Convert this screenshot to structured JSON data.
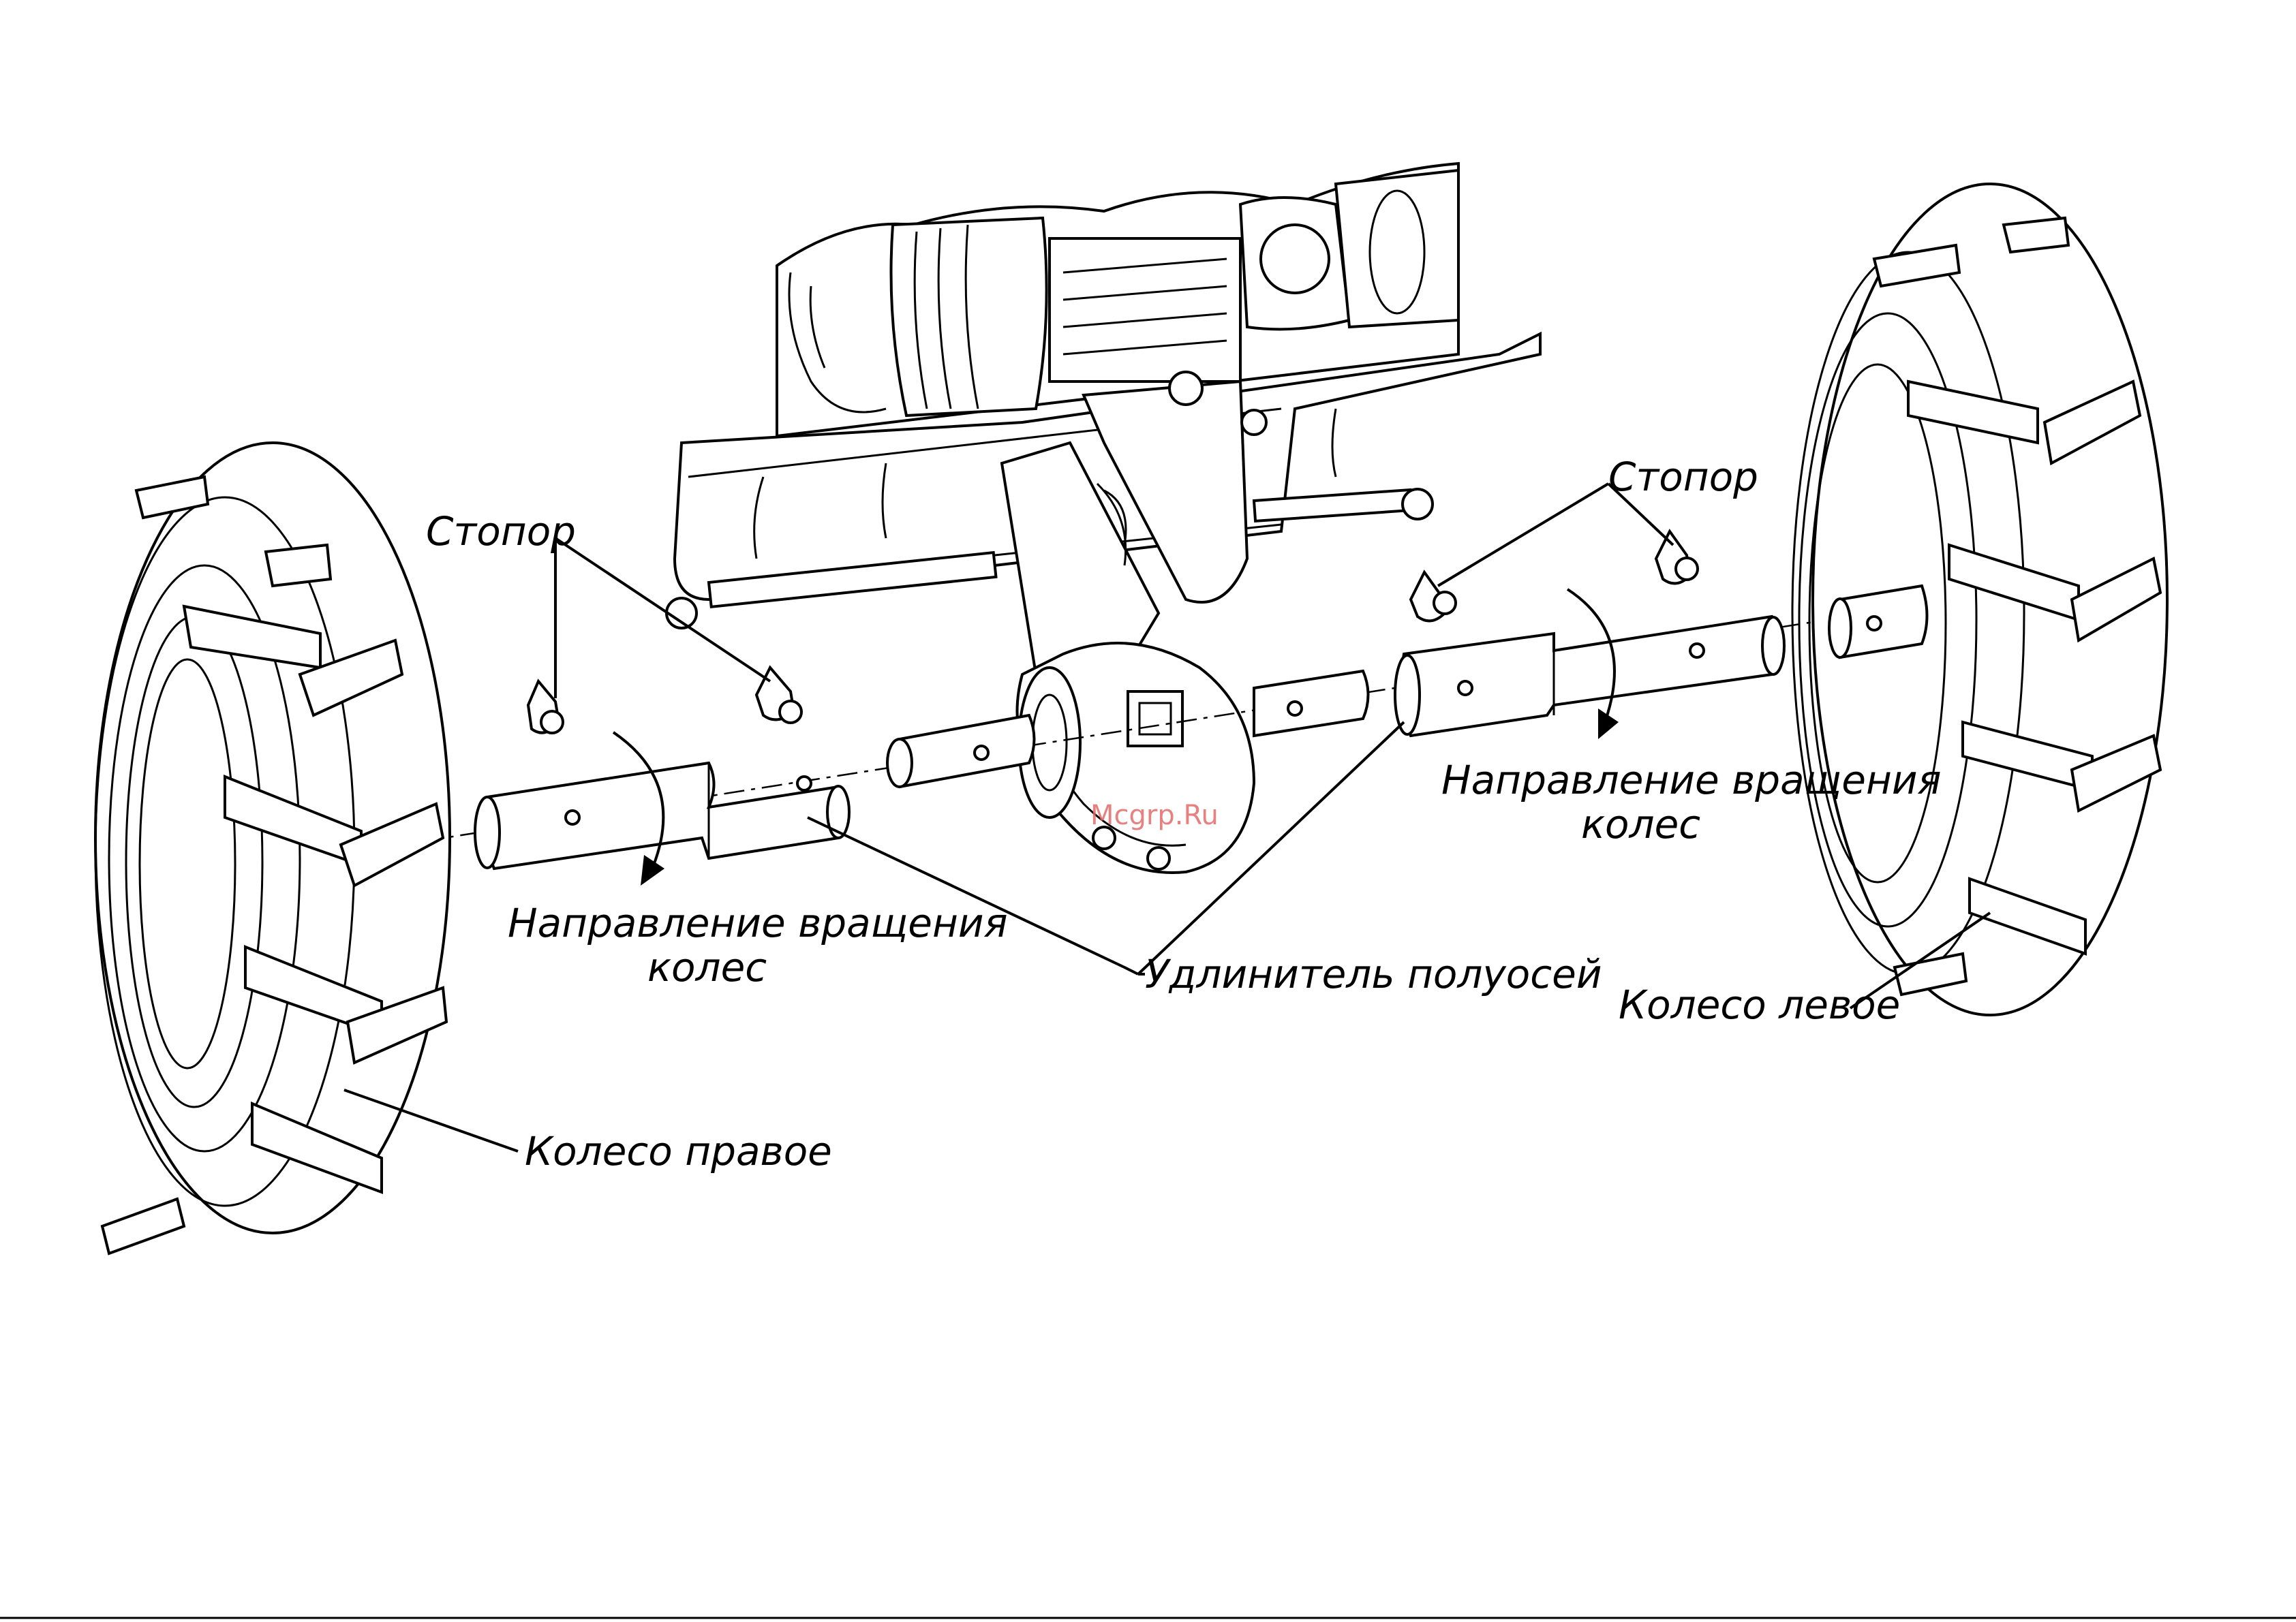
{
  "labels": {
    "stopor_left": "Стопор",
    "stopor_right": "Стопор",
    "direction_left_line1": "Направление вращения",
    "direction_left_line2": "колес",
    "direction_right_line1": "Направление вращения",
    "direction_right_line2": "колес",
    "extender": "Удлинитель полуосей",
    "wheel_right": "Колесо правое",
    "wheel_left": "Колесо левое"
  },
  "watermark": "Mcgrp.Ru",
  "colors": {
    "line": "#000000",
    "watermark": "#e46a6a",
    "background": "#ffffff"
  }
}
